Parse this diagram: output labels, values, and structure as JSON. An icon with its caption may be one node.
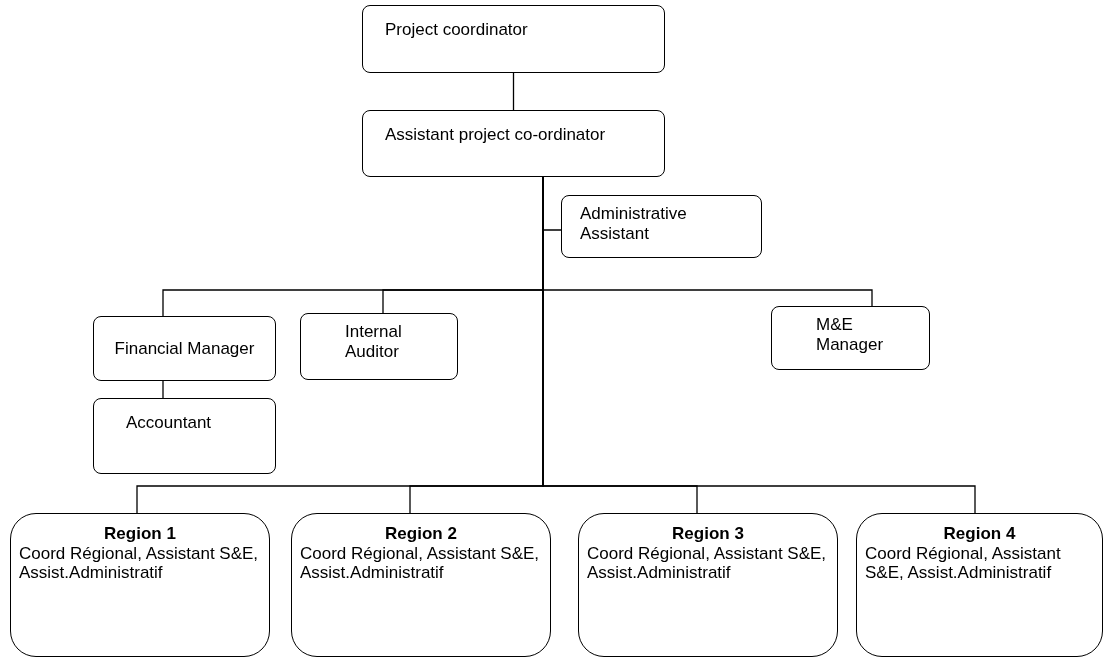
{
  "diagram": {
    "nodes": [
      {
        "text": [
          "Project coordinator"
        ]
      },
      {
        "text": [
          "Assistant project co-ordinator"
        ]
      },
      {
        "text": [
          "Administrative Assistant"
        ]
      },
      {
        "text": [
          "Financial Manager"
        ]
      },
      {
        "text": [
          "Internal Auditor"
        ]
      },
      {
        "text": [
          "M&E Manager"
        ]
      },
      {
        "text": [
          "Accountant"
        ]
      },
      {
        "text": [
          "Region 1",
          "Coord Régional, Assistant S&E, Assist.Administratif"
        ]
      },
      {
        "text": [
          "Region 2",
          "Coord Régional, Assistant S&E, Assist.Administratif"
        ]
      },
      {
        "text": [
          "Region 3",
          "Coord Régional, Assistant S&E, Assist.Administratif"
        ]
      },
      {
        "text": [
          "Region 4",
          "Coord Régional, Assistant S&E, Assist.Administratif"
        ]
      }
    ],
    "edges": [
      {
        "from": 0,
        "to": 1,
        "arrow": "none"
      },
      {
        "from": 1,
        "to": 2,
        "arrow": "none"
      },
      {
        "from": 1,
        "to": 3,
        "arrow": "none"
      },
      {
        "from": 1,
        "to": 4,
        "arrow": "none"
      },
      {
        "from": 1,
        "to": 5,
        "arrow": "none"
      },
      {
        "from": 3,
        "to": 6,
        "arrow": "none"
      },
      {
        "from": 1,
        "to": 7,
        "arrow": "none"
      },
      {
        "from": 1,
        "to": 8,
        "arrow": "none"
      },
      {
        "from": 1,
        "to": 9,
        "arrow": "none"
      },
      {
        "from": 1,
        "to": 10,
        "arrow": "none"
      }
    ]
  }
}
